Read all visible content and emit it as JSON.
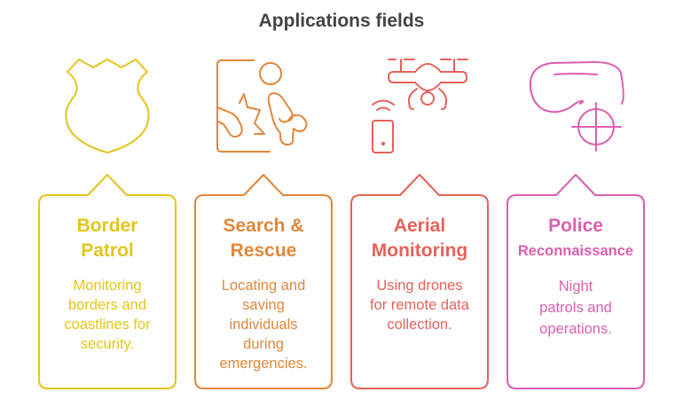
{
  "title": "Applications fields",
  "cards": [
    {
      "title1": "Border",
      "title2": "Patrol",
      "body": [
        "Monitoring",
        "borders and",
        "coastlines for",
        "security."
      ],
      "icon": "shield-icon",
      "color": "#e3c51c"
    },
    {
      "title1": "Search &",
      "title2": "Rescue",
      "body": [
        "Locating and",
        "saving",
        "individuals",
        "during",
        "emergencies."
      ],
      "icon": "rescue-icon",
      "color": "#e0873a"
    },
    {
      "title1": "Aerial",
      "title2": "Monitoring",
      "body": [
        "Using drones",
        "for remote data",
        "collection."
      ],
      "icon": "drone-icon",
      "color": "#e5625a"
    },
    {
      "title1": "Police",
      "title2": "Reconnaissance",
      "body": [
        "Night",
        "patrols and",
        "operations."
      ],
      "icon": "night-vision-icon",
      "color": "#db5fb0"
    }
  ]
}
